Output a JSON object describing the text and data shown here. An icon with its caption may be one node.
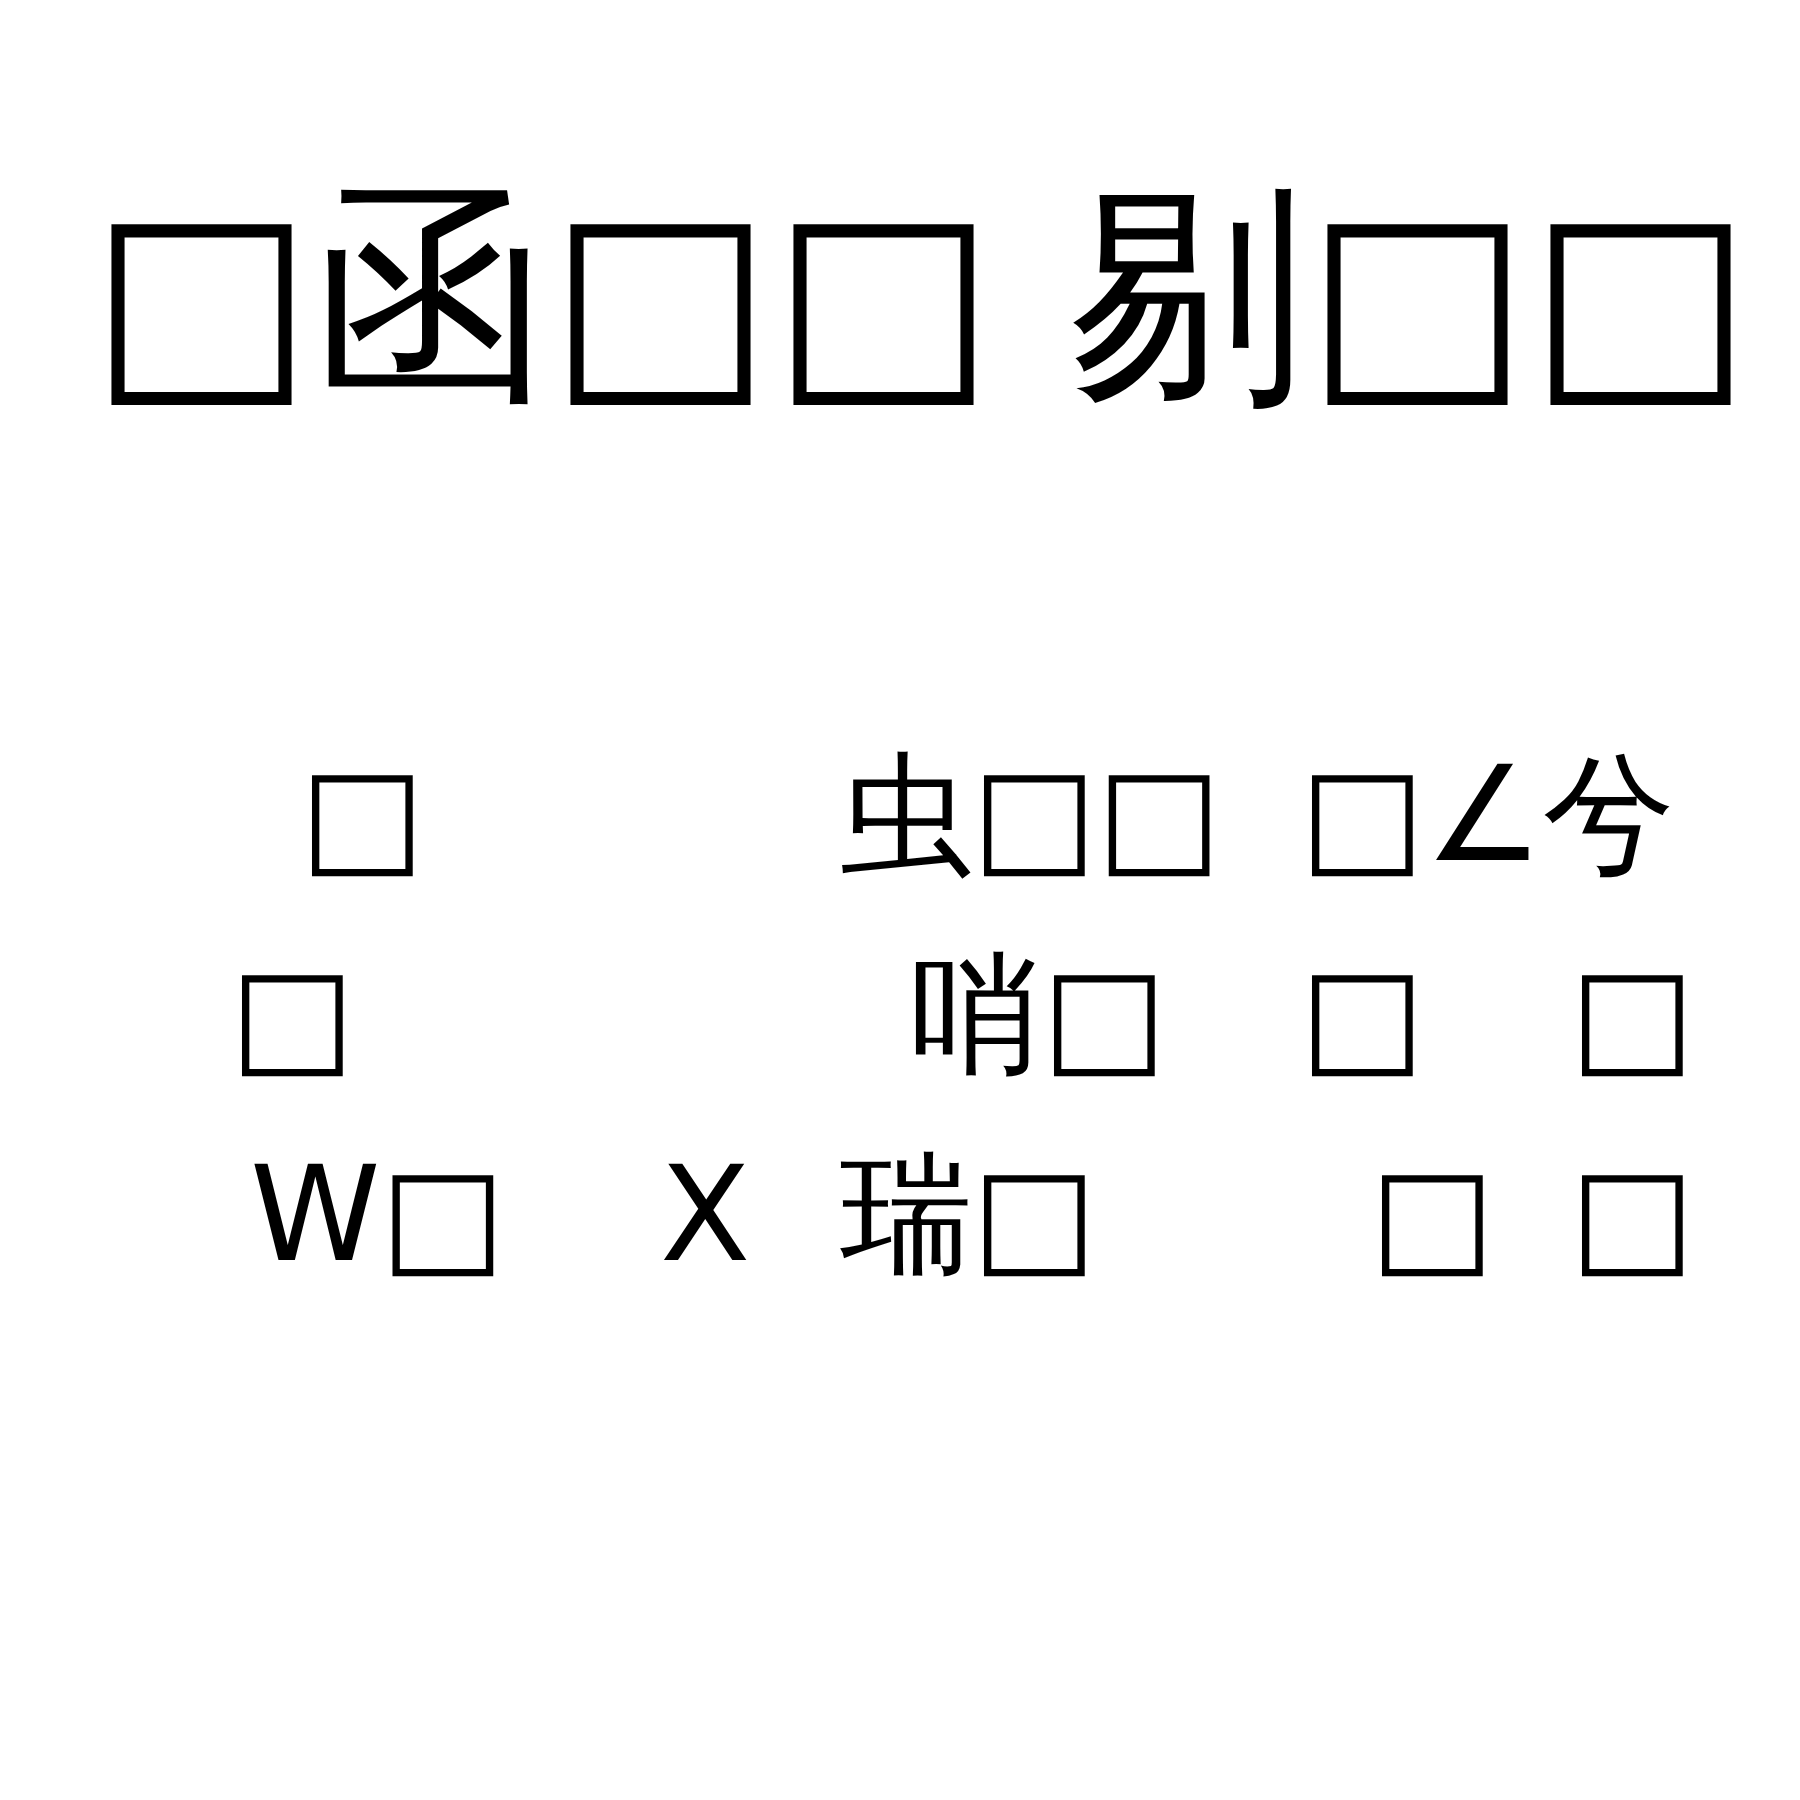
{
  "diagram": {
    "title": "□函□□ 剔□□",
    "labels": [
      "□",
      "虫□□",
      "□∠兮",
      "□",
      "哨□",
      "□",
      "□",
      "W□",
      "X",
      "瑞□",
      "□",
      "□"
    ]
  }
}
